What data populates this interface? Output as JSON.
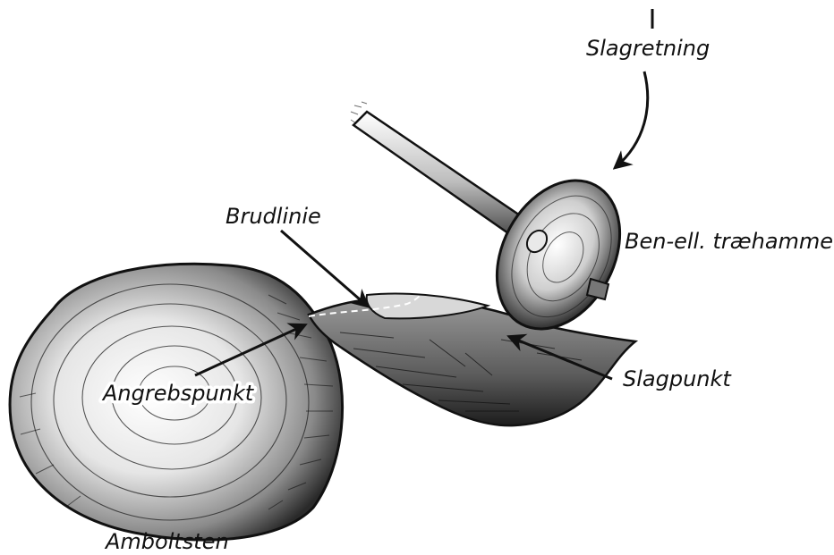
{
  "labels": {
    "strike_direction": "Slagretning",
    "hammer": "Ben-ell. træhammer",
    "fracture_line": "Brudlinie",
    "attack_point": "Angrebspunkt",
    "strike_point": "Slagpunkt",
    "anvil_stone": "Amboltsten"
  },
  "colors": {
    "ink": "#111111",
    "paper": "#ffffff"
  }
}
